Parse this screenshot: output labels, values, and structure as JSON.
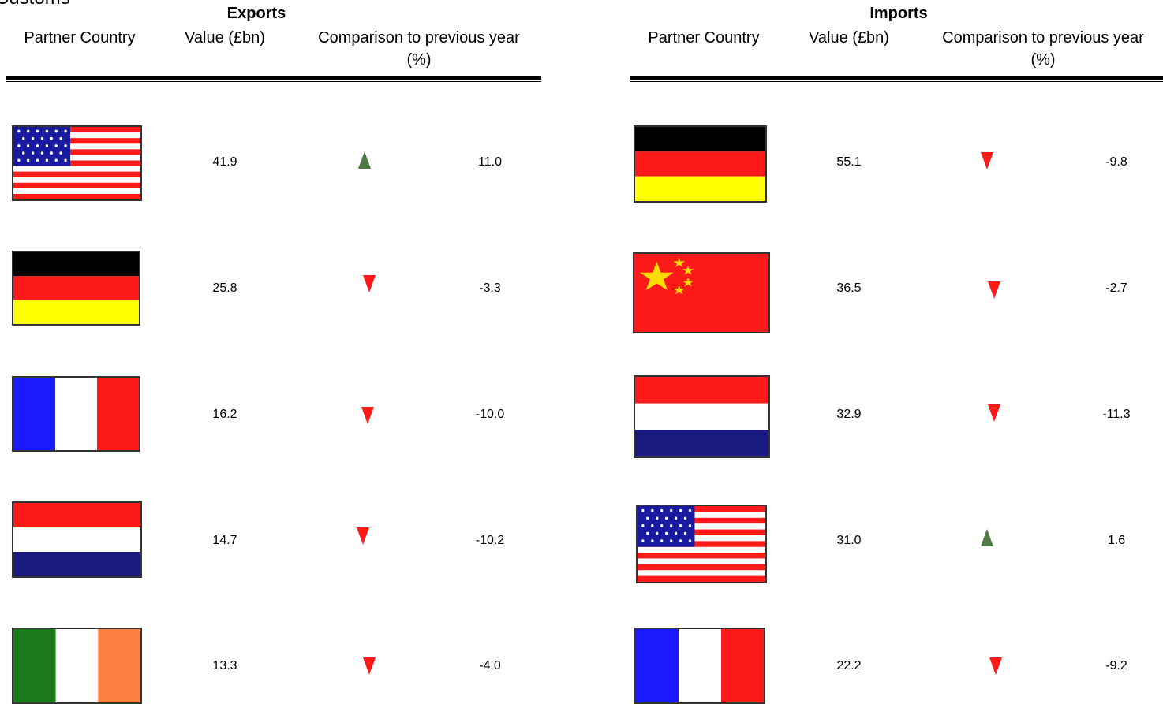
{
  "page_header": "Customs",
  "tables": [
    {
      "title": "Exports",
      "headers": {
        "partner": "Partner Country",
        "value": "Value (£bn)",
        "comparison_line1": "Comparison to previous year",
        "comparison_line2": "(%)"
      },
      "rows": [
        {
          "flag": "usa-flag",
          "value": "41.9",
          "trend": "up",
          "change": "11.0"
        },
        {
          "flag": "germany-flag",
          "value": "25.8",
          "trend": "down",
          "change": "-3.3"
        },
        {
          "flag": "france-flag",
          "value": "16.2",
          "trend": "down",
          "change": "-10.0"
        },
        {
          "flag": "netherlands-flag",
          "value": "14.7",
          "trend": "down",
          "change": "-10.2"
        },
        {
          "flag": "ireland-flag",
          "value": "13.3",
          "trend": "down",
          "change": "-4.0"
        }
      ]
    },
    {
      "title": "Imports",
      "headers": {
        "partner": "Partner Country",
        "value": "Value (£bn)",
        "comparison_line1": "Comparison to previous year",
        "comparison_line2": "(%)"
      },
      "rows": [
        {
          "flag": "germany-flag",
          "value": "55.1",
          "trend": "down",
          "change": "-9.8"
        },
        {
          "flag": "china-flag",
          "value": "36.5",
          "trend": "down",
          "change": "-2.7"
        },
        {
          "flag": "netherlands-flag",
          "value": "32.9",
          "trend": "down",
          "change": "-11.3"
        },
        {
          "flag": "usa-flag",
          "value": "31.0",
          "trend": "up",
          "change": "1.6"
        },
        {
          "flag": "france-flag",
          "value": "22.2",
          "trend": "down",
          "change": "-9.2"
        }
      ]
    }
  ],
  "colors": {
    "up": "#4f7a47",
    "down": "#ff1a1a"
  }
}
